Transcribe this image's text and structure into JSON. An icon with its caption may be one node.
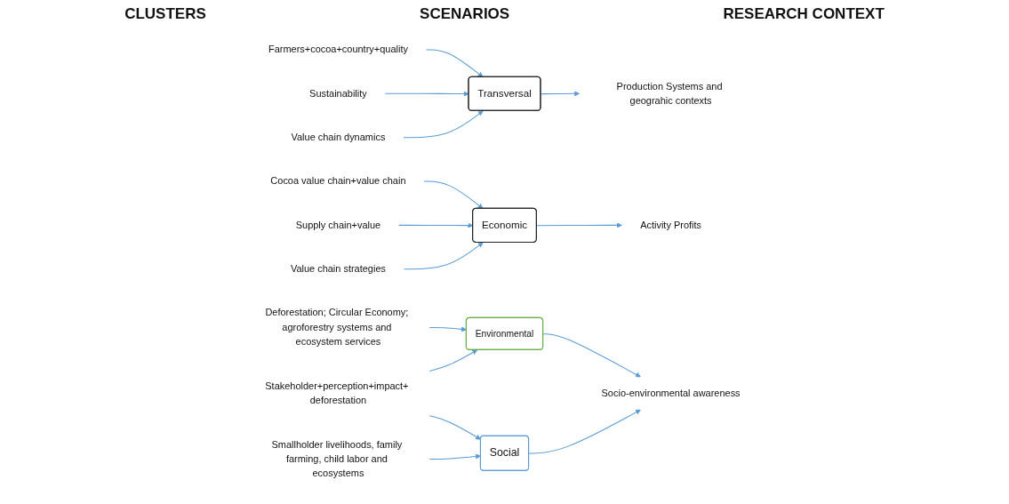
{
  "diagram": {
    "nodes": [
      {
        "text": [
          "Farmers+cocoa+country+quality"
        ]
      },
      {
        "text": [
          "Transversal"
        ]
      },
      {
        "text": [
          "Production Systems and geograhic contexts"
        ]
      },
      {
        "text": [
          "Sustainability"
        ]
      },
      {
        "text": [
          "Value chain dynamics"
        ]
      },
      {
        "text": [
          "Cocoa value chain+value chain"
        ]
      },
      {
        "text": [
          "Economic"
        ]
      },
      {
        "text": [
          "Activity Profits"
        ]
      },
      {
        "text": [
          "Supply chain+value"
        ]
      },
      {
        "text": [
          "Value chain strategies"
        ]
      },
      {
        "text": [
          "Deforestation; Circular Economy; agroforestry systems and ecosystem services"
        ]
      },
      {
        "text": [
          "Environmental"
        ]
      },
      {
        "text": [
          "Socio-environmental awareness"
        ]
      },
      {
        "text": [
          "Stakeholder+perception+impact+ deforestation"
        ]
      },
      {
        "text": [
          "Social"
        ]
      },
      {
        "text": [
          "Smallholder livelihoods, family farming, child labor and ecosystems"
        ]
      }
    ],
    "edges": [
      {
        "from": 0,
        "to": 1,
        "arrow": "to"
      },
      {
        "from": 3,
        "to": 1,
        "arrow": "to"
      },
      {
        "from": 4,
        "to": 1,
        "arrow": "to"
      },
      {
        "from": 1,
        "to": 2,
        "arrow": "to"
      },
      {
        "from": 5,
        "to": 6,
        "arrow": "to"
      },
      {
        "from": 8,
        "to": 6,
        "arrow": "to"
      },
      {
        "from": 9,
        "to": 6,
        "arrow": "to"
      },
      {
        "from": 6,
        "to": 7,
        "arrow": "to"
      },
      {
        "from": 10,
        "to": 11,
        "arrow": "to"
      },
      {
        "from": 13,
        "to": 11,
        "arrow": "to"
      },
      {
        "from": 13,
        "to": 14,
        "arrow": "to"
      },
      {
        "from": 11,
        "to": 12,
        "arrow": "to"
      },
      {
        "from": 14,
        "to": 12,
        "arrow": "to"
      },
      {
        "from": 15,
        "to": 14,
        "arrow": "to"
      }
    ],
    "labels": [
      "CLUSTERS",
      "SCENARIOS",
      "RESEARCH CONTEXT"
    ]
  }
}
